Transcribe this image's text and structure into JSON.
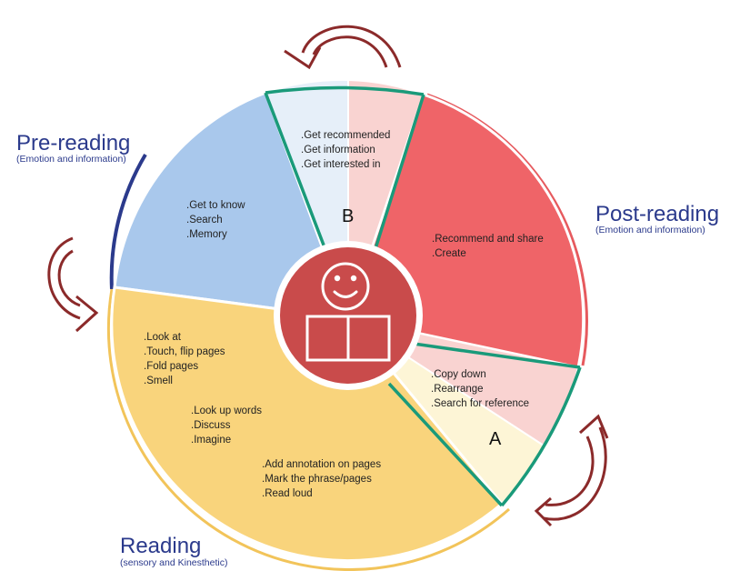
{
  "stages": {
    "pre_reading": {
      "title": "Pre-reading",
      "subtitle": "(Emotion and information)"
    },
    "post_reading": {
      "title": "Post-reading",
      "subtitle": "(Emotion and information)"
    },
    "reading": {
      "title": "Reading",
      "subtitle": "(sensory and Kinesthetic)"
    }
  },
  "segments": {
    "pre_reading_items": [
      ".Get to know",
      ".Search",
      ".Memory"
    ],
    "b_items": [
      ".Get recommended",
      ".Get  information",
      ".Get interested in"
    ],
    "post_reading_items": [
      ".Recommend and share",
      ".Create"
    ],
    "a_items": [
      ".Copy down",
      ".Rearrange",
      ".Search for reference"
    ],
    "reading_group_1": [
      ".Look at",
      ".Touch, flip pages",
      ".Fold pages",
      ".Smell"
    ],
    "reading_group_2": [
      ".Look up words",
      ".Discuss",
      ".Imagine"
    ],
    "reading_group_3": [
      ".Add annotation on pages",
      ".Mark the phrase/pages",
      ".Read loud"
    ]
  },
  "markers": {
    "b": "B",
    "a": "A"
  },
  "colors": {
    "pre_reading_fill": "#a9c8ec",
    "b_light_fill": "#e6eff9",
    "b_pink_fill": "#f9d3d1",
    "post_reading_fill": "#ef6468",
    "a_pink_fill": "#f9d3d1",
    "a_cream_fill": "#fdf5d6",
    "reading_fill": "#f9d47c",
    "center_fill": "#c94b4b",
    "divider_green": "#1a9a7a",
    "arrow_stroke": "#8b2a2a",
    "title_blue": "#2b3a8c"
  }
}
